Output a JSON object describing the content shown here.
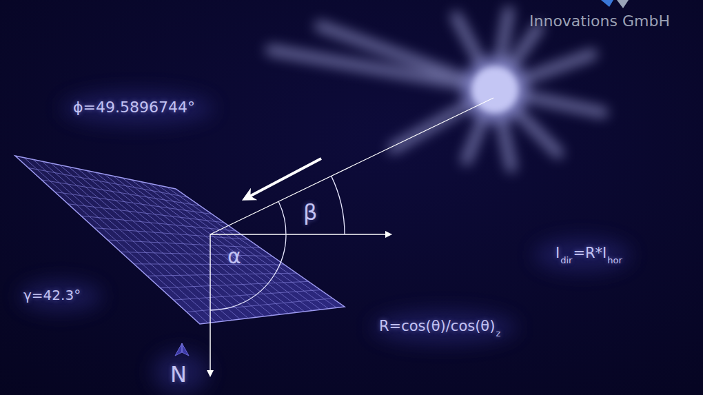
{
  "diagram": {
    "labels": [
      "Innovations GmbH",
      "ϕ=49.5896744°",
      "β",
      "α",
      "γ=42.3°",
      "I",
      "dir",
      "=R*I",
      "hor",
      "R=cos(θ)/cos(θ)",
      "z",
      "N"
    ]
  }
}
